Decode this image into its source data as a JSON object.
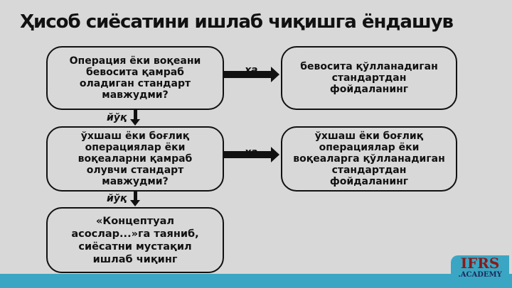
{
  "title": "Ҳисоб сиёсатини ишлаб чиқишга ёндашув",
  "boxes": {
    "q1": "Операция ёки воқеани бевосита қамраб оладиган стандарт мавжудми?",
    "a1": "бевосита қўлланадиган стандартдан фойдаланинг",
    "q2": "ўхшаш ёки боғлиқ операциялар ёки воқеаларни қамраб олувчи стандарт мавжудми?",
    "a2": "ўхшаш ёки боғлиқ операциялар ёки воқеаларга қўлланадиган стандартдан фойдаланинг",
    "final": "«Концептуал асослар...»га таяниб, сиёсатни мустақил ишлаб чиқинг"
  },
  "labels": {
    "yes1": "ҳа",
    "no1": "йўқ",
    "yes2": "ҳа",
    "no2": "йўқ"
  },
  "logo": {
    "line1": "IFRS",
    "line2": ".ACADEMY"
  }
}
